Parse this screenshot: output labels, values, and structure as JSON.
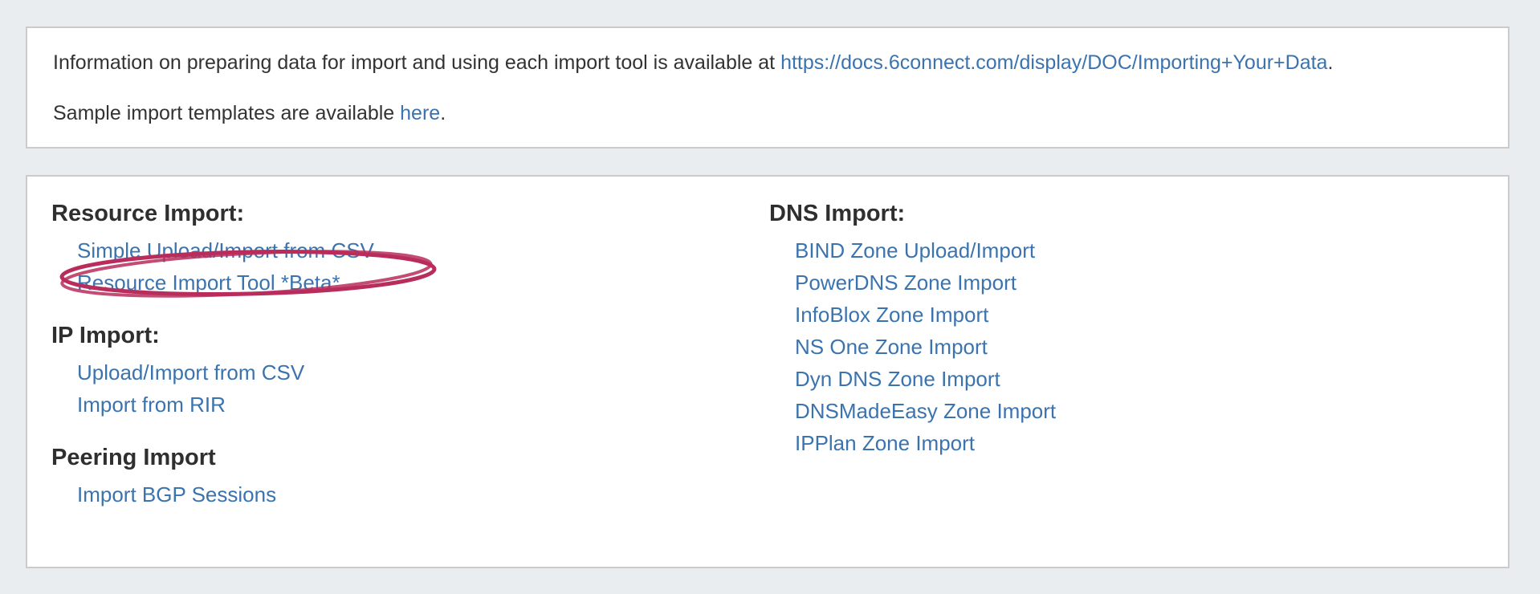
{
  "info_panel": {
    "line1_prefix": "Information on preparing data for import and using each import tool is available at ",
    "line1_link": "https://docs.6connect.com/display/DOC/Importing+Your+Data",
    "line1_suffix": ".",
    "line2_prefix": "Sample import templates are available ",
    "line2_link": "here",
    "line2_suffix": "."
  },
  "import_panel": {
    "left_sections": [
      {
        "heading": "Resource Import:",
        "links": [
          "Simple Upload/Import from CSV",
          "Resource Import Tool *Beta*"
        ]
      },
      {
        "heading": "IP Import:",
        "links": [
          "Upload/Import from CSV",
          "Import from RIR"
        ]
      },
      {
        "heading": "Peering Import",
        "links": [
          "Import BGP Sessions"
        ]
      }
    ],
    "right_sections": [
      {
        "heading": "DNS Import:",
        "links": [
          "BIND Zone Upload/Import",
          "PowerDNS Zone Import",
          "InfoBlox Zone Import",
          "NS One Zone Import",
          "Dyn DNS Zone Import",
          "DNSMadeEasy Zone Import",
          "IPPlan Zone Import"
        ]
      }
    ],
    "annotation": {
      "shape": "ellipse",
      "target": "Simple Upload/Import from CSV",
      "color": "#b92d5c"
    }
  },
  "colors": {
    "page_background": "#e9edf0",
    "panel_background": "#ffffff",
    "panel_border": "#cbcbcb",
    "text": "#333333",
    "link": "#3b73af",
    "annotation": "#b92d5c"
  }
}
